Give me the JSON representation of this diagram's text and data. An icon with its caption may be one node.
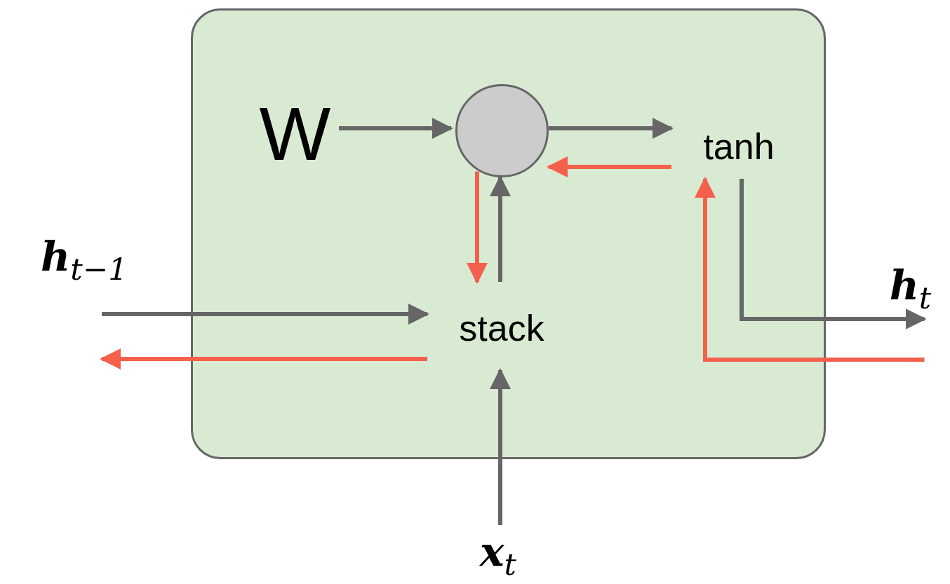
{
  "diagram": {
    "nodes": [
      {
        "text": [],
        "shape": "box"
      },
      {
        "text": [
          "W"
        ],
        "in": 0
      },
      {
        "text": [],
        "shape": "circle",
        "in": 0
      },
      {
        "text": [
          "tanh"
        ],
        "in": 0
      },
      {
        "text": [
          "stack"
        ],
        "in": 0
      },
      {
        "text": [
          "**h**$_{t−1}$"
        ]
      },
      {
        "text": [
          "**h**$_{t}$"
        ]
      },
      {
        "text": [
          "**x**$_{t}$"
        ]
      }
    ],
    "edges": [
      {
        "from": 1,
        "to": 2,
        "arrow": "to"
      },
      {
        "from": 2,
        "to": 3,
        "arrow": "to"
      },
      {
        "from": 4,
        "to": 2,
        "arrow": "to"
      },
      {
        "from": 5,
        "to": 4,
        "arrow": "to"
      },
      {
        "from": 7,
        "to": 4,
        "arrow": "to"
      },
      {
        "from": 3,
        "to": 6,
        "arrow": "to"
      },
      {
        "from": 3,
        "to": 2,
        "arrow": "to",
        "color": "#f4604c"
      },
      {
        "from": 2,
        "to": 4,
        "arrow": "to",
        "color": "#f4604c"
      },
      {
        "from": 4,
        "to": 5,
        "arrow": "to",
        "color": "#f4604c"
      },
      {
        "from": 6,
        "to": 3,
        "arrow": "to",
        "color": "#f4604c"
      }
    ]
  }
}
